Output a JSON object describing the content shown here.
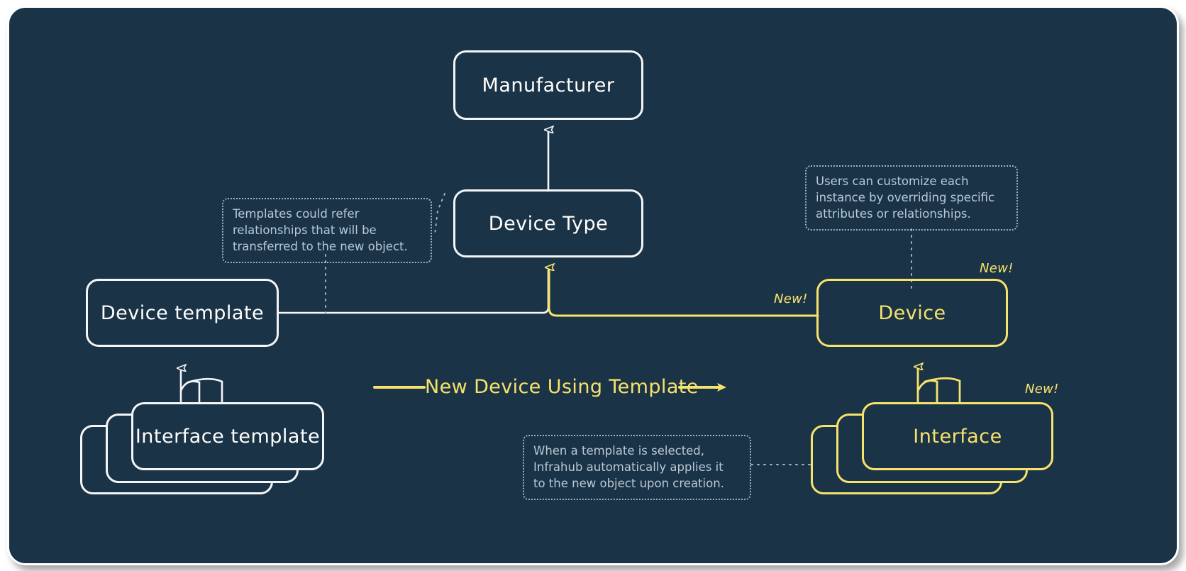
{
  "diagram": {
    "title": "Infrahub object templates",
    "background_color": "#1b3346",
    "template_color": "#ffffff",
    "instance_color": "#f7e36b",
    "annotation_color": "#b9c9d6"
  },
  "nodes": {
    "manufacturer": {
      "label": "Manufacturer",
      "style": "white"
    },
    "device_type": {
      "label": "Device Type",
      "style": "white"
    },
    "device_template": {
      "label": "Device template",
      "style": "white"
    },
    "interface_template": {
      "label": "Interface template",
      "style": "white"
    },
    "device": {
      "label": "Device",
      "style": "yellow"
    },
    "interface": {
      "label": "Interface",
      "style": "yellow"
    }
  },
  "annotations": {
    "templates_refer": "Templates could refer\nrelationships that will be\ntransferred to the new object.",
    "users_customize": "Users can customize each\ninstance by overriding specific\nattributes or relationships.",
    "auto_apply": "When a template is selected,\nInfrahub automatically applies it\nto the new object upon creation."
  },
  "labels": {
    "transition_arrow": "New Device Using Template",
    "new_badge_link": "New!",
    "new_badge_device": "New!",
    "new_badge_interface": "New!"
  },
  "icons": {
    "arrow_up": "arrow-up-icon",
    "arrow_right": "arrow-right-icon",
    "dotted_connector": "dotted-connector-icon"
  }
}
